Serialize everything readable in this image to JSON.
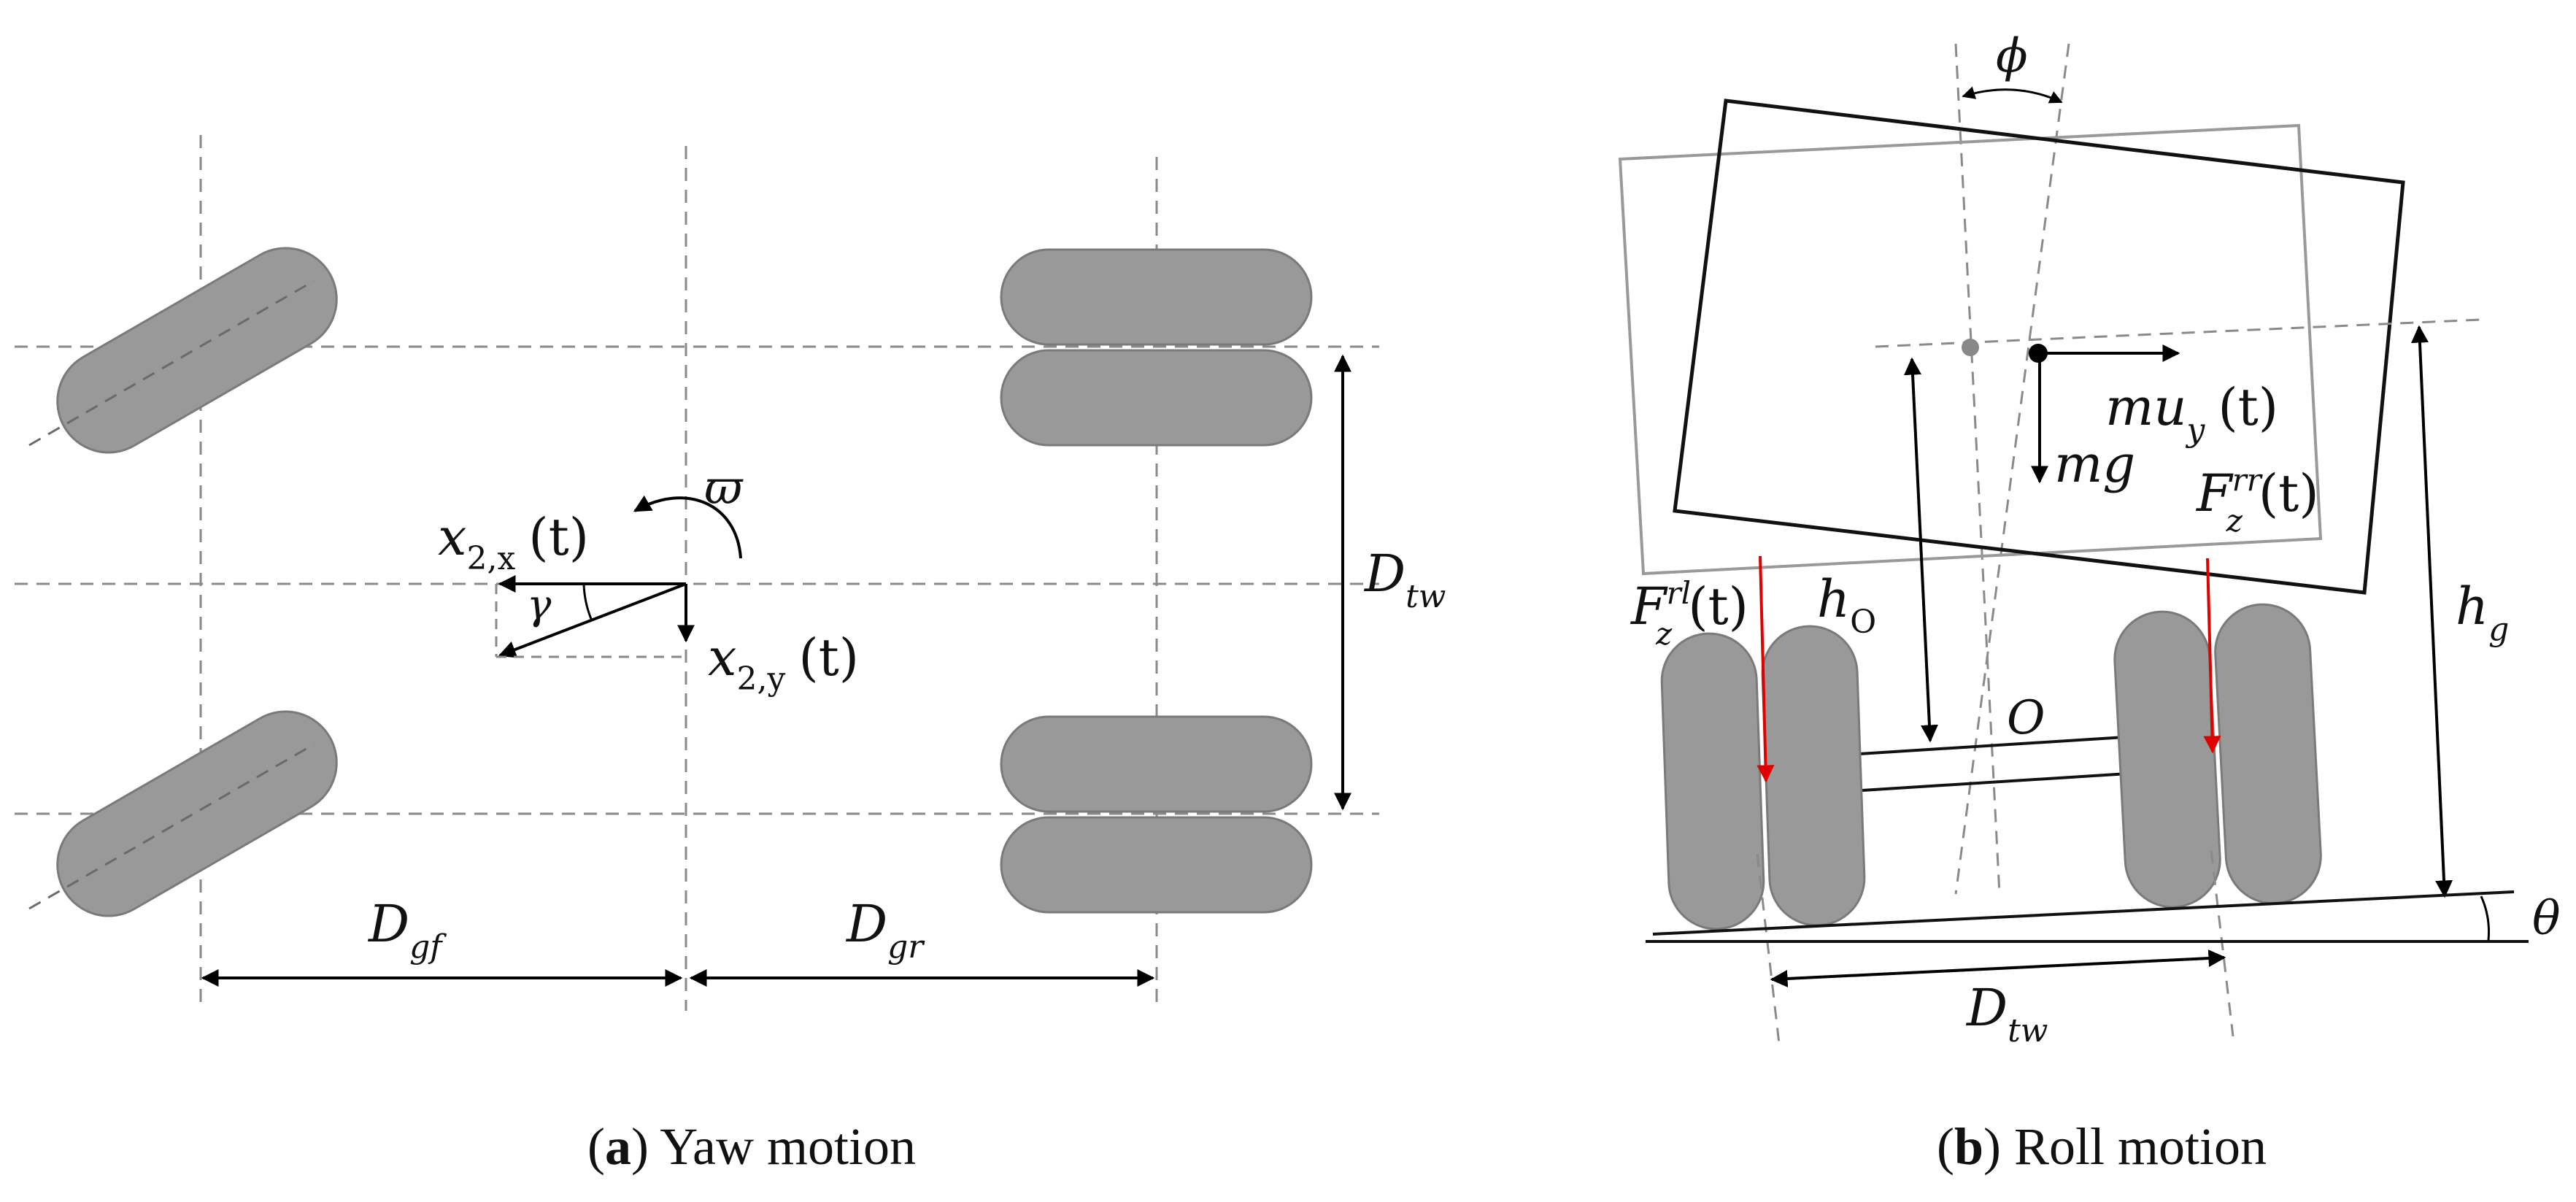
{
  "panel_a": {
    "caption_letter": "a",
    "caption_text": " Yaw motion",
    "labels": {
      "omega": "ϖ",
      "x2x_base": "x",
      "x2x_sub": "2,x",
      "x2x_arg": "(t)",
      "x2y_base": "x",
      "x2y_sub": "2,y",
      "x2y_arg": "(t)",
      "gamma": "γ",
      "Dtw_base": "D",
      "Dtw_sub": "tw",
      "Dgf_base": "D",
      "Dgf_sub": "gf",
      "Dgr_base": "D",
      "Dgr_sub": "gr"
    }
  },
  "panel_b": {
    "caption_letter": "b",
    "caption_text": " Roll motion",
    "labels": {
      "phi": "ϕ",
      "muy_base": "mu",
      "muy_sub": "y",
      "muy_arg": "(t)",
      "mg": "mg",
      "Fzrr_base": "F",
      "Fzrr_sub": "z",
      "Fzrr_sup": "rr",
      "Fzrr_arg": "(t)",
      "Fzrl_base": "F",
      "Fzrl_sub": "z",
      "Fzrl_sup": "rl",
      "Fzrl_arg": "(t)",
      "hO_base": "h",
      "hO_sub": "O",
      "hg_base": "h",
      "hg_sub": "g",
      "O": "O",
      "theta": "θ",
      "Dtw_base": "D",
      "Dtw_sub": "tw"
    }
  },
  "colors": {
    "tire_fill": "#999999",
    "force_arrow": "#e00000",
    "dashed_line": "#8a8a8a"
  }
}
